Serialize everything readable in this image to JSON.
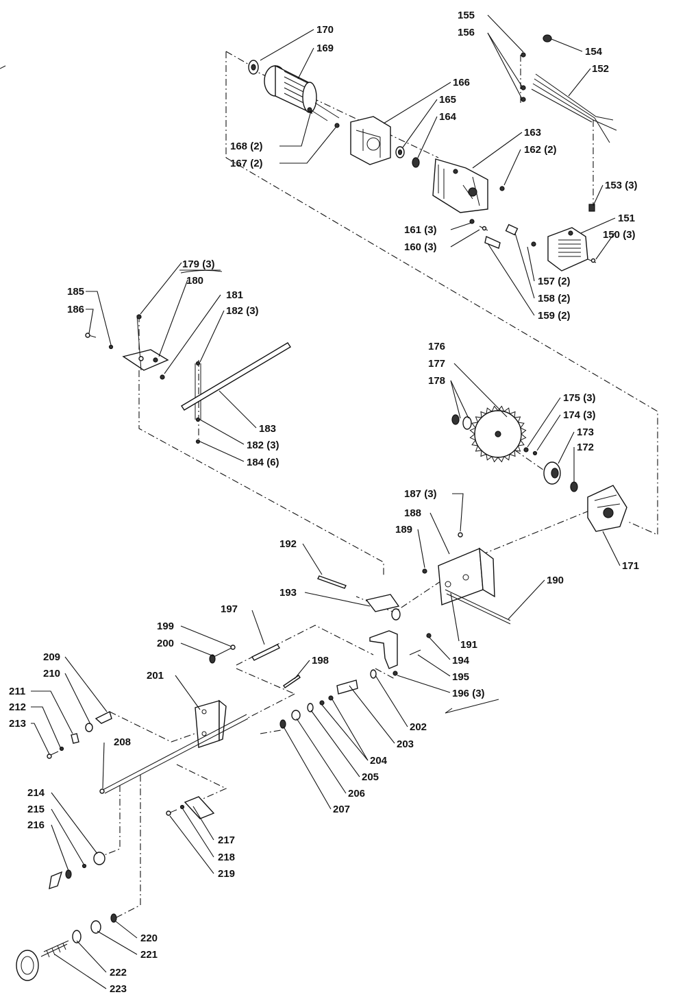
{
  "callouts": {
    "p150": "150 (3)",
    "p151": "151",
    "p152": "152",
    "p153": "153 (3)",
    "p154": "154",
    "p155": "155",
    "p156": "156",
    "p157": "157 (2)",
    "p158": "158 (2)",
    "p159": "159 (2)",
    "p160": "160 (3)",
    "p161": "161 (3)",
    "p162": "162 (2)",
    "p163": "163",
    "p164": "164",
    "p165": "165",
    "p166": "166",
    "p167": "167 (2)",
    "p168": "168 (2)",
    "p169": "169",
    "p170": "170",
    "p171": "171",
    "p172": "172",
    "p173": "173",
    "p174": "174 (3)",
    "p175": "175 (3)",
    "p176": "176",
    "p177": "177",
    "p178": "178",
    "p179": "179 (3)",
    "p180": "180",
    "p181": "181",
    "p182a": "182 (3)",
    "p182b": "182 (3)",
    "p183": "183",
    "p184": "184 (6)",
    "p185": "185",
    "p186": "186",
    "p187": "187 (3)",
    "p188": "188",
    "p189": "189",
    "p190": "190",
    "p191": "191",
    "p192": "192",
    "p193": "193",
    "p194": "194",
    "p195": "195",
    "p196": "196 (3)",
    "p197": "197",
    "p198": "198",
    "p199": "199",
    "p200": "200",
    "p201": "201",
    "p202": "202",
    "p203": "203",
    "p204": "204",
    "p205": "205",
    "p206": "206",
    "p207": "207",
    "p208": "208",
    "p209": "209",
    "p210": "210",
    "p211": "211",
    "p212": "212",
    "p213": "213",
    "p214": "214",
    "p215": "215",
    "p216": "216",
    "p217": "217",
    "p218": "218",
    "p219": "219",
    "p220": "220",
    "p221": "221",
    "p222": "222",
    "p223": "223"
  },
  "colors": {
    "ink": "#111111",
    "paper": "#ffffff"
  }
}
